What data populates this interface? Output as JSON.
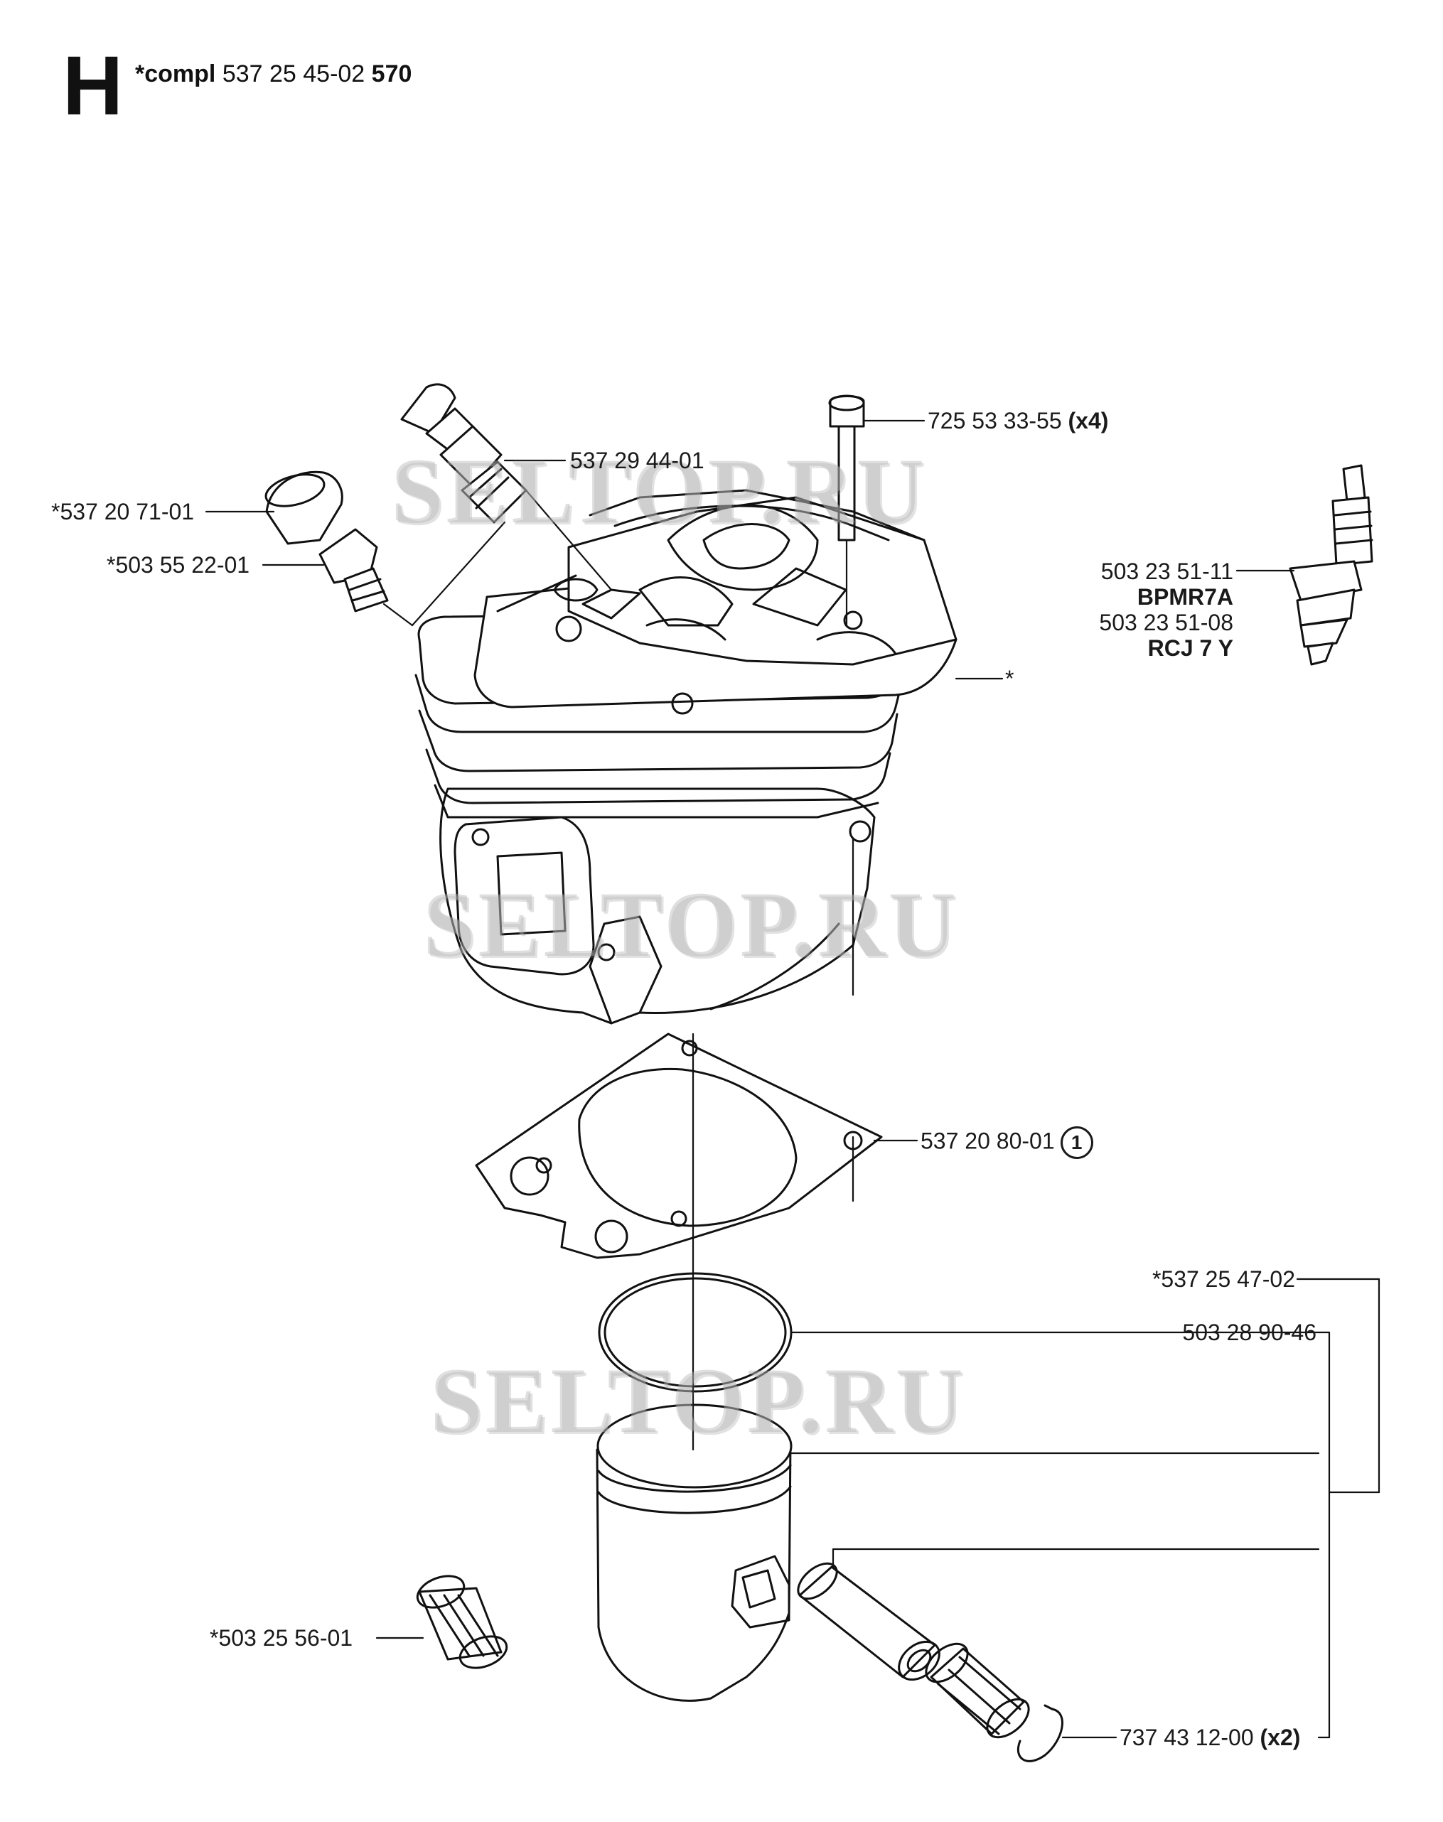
{
  "header": {
    "section_letter": "H",
    "compl_prefix": "*compl",
    "compl_part": "537 25 45-02",
    "model": "570"
  },
  "watermark": "SELTOP.RU",
  "parts": {
    "bolt": {
      "number": "725 53 33-55",
      "qty": "(x4)"
    },
    "decomp_valve": {
      "number": "537 29 44-01"
    },
    "plug": {
      "number": "*537 20 71-01"
    },
    "adapter": {
      "number": "*503 55 22-01"
    },
    "spark_plug": {
      "number_1": "503 23 51-11",
      "type_1": "BPMR7A",
      "number_2": "503 23 51-08",
      "type_2": "RCJ 7 Y"
    },
    "cylinder": {
      "number": "*"
    },
    "gasket": {
      "number": "537 20 80-01",
      "note": "1"
    },
    "piston_kit": {
      "number": "*537 25 47-02"
    },
    "piston_ring": {
      "number": "503 28 90-46"
    },
    "needle_bearing": {
      "number": "*503 25 56-01"
    },
    "circlip": {
      "number": "737 43 12-00",
      "qty": "(x2)"
    }
  }
}
